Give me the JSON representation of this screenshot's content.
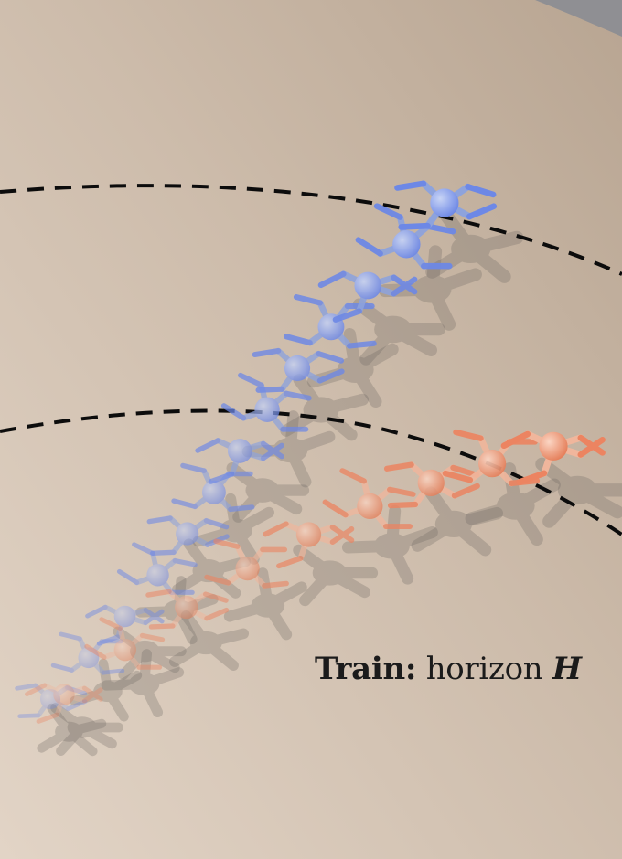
{
  "caption": {
    "label": "Train:",
    "text": "horizon",
    "variable": "H"
  },
  "colors": {
    "floor_light": "#e2d4c6",
    "floor_dark": "#b8a592",
    "corner": "#8f8f93",
    "blue_agent": "#8ea3dc",
    "blue_agent_tip": "#6d88e6",
    "orange_agent": "#f0b69c",
    "orange_agent_tip": "#ec8461",
    "shadow": "#6b6560",
    "dashed_line": "#0c0c0c"
  },
  "scene": {
    "blue_trajectory_steps": 13,
    "orange_trajectory_steps": 9,
    "boundary_style": "dashed"
  }
}
